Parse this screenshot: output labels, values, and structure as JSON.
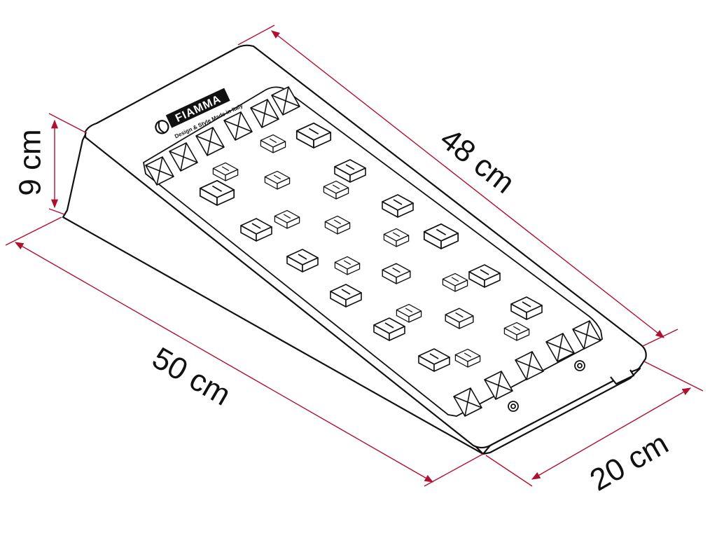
{
  "dimensions": {
    "height": "9 cm",
    "length_top": "48 cm",
    "length_base": "50 cm",
    "width": "20 cm"
  },
  "logo": {
    "brand": "FIAMMA",
    "tagline": "Design & Style Made in Italy"
  },
  "colors": {
    "dimension_line": "#b01030",
    "outline": "#111111",
    "fill": "#ffffff"
  }
}
